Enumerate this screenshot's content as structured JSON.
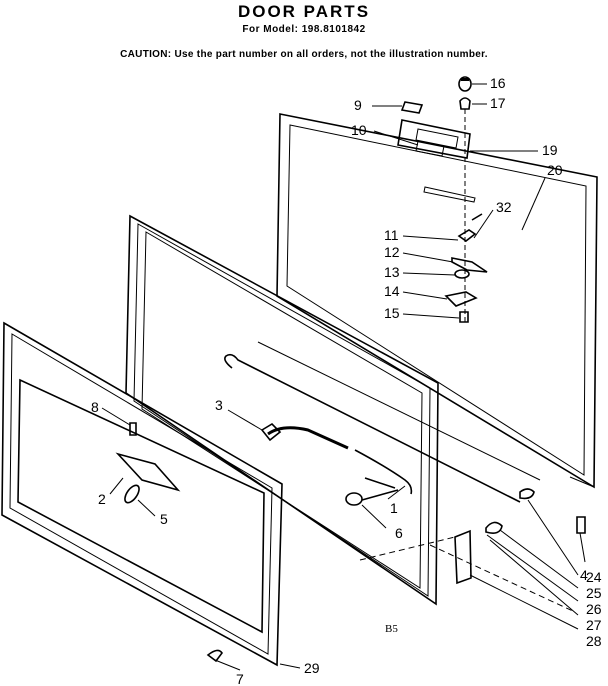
{
  "header": {
    "title": "DOOR PARTS",
    "model": "For Model: 198.8101842",
    "caution": "CAUTION: Use the part number on all orders, not the illustration number."
  },
  "diagram": {
    "reference": "B5",
    "callouts": {
      "c1": "1",
      "c2": "2",
      "c3": "3",
      "c4": "4",
      "c5": "5",
      "c6": "6",
      "c7": "7",
      "c8": "8",
      "c9": "9",
      "c10": "10",
      "c11": "11",
      "c12": "12",
      "c13": "13",
      "c14": "14",
      "c15": "15",
      "c16": "16",
      "c17": "17",
      "c19": "19",
      "c20": "20",
      "c24": "24",
      "c25": "25",
      "c26": "26",
      "c27": "27",
      "c28": "28",
      "c29": "29",
      "c32": "32"
    }
  }
}
